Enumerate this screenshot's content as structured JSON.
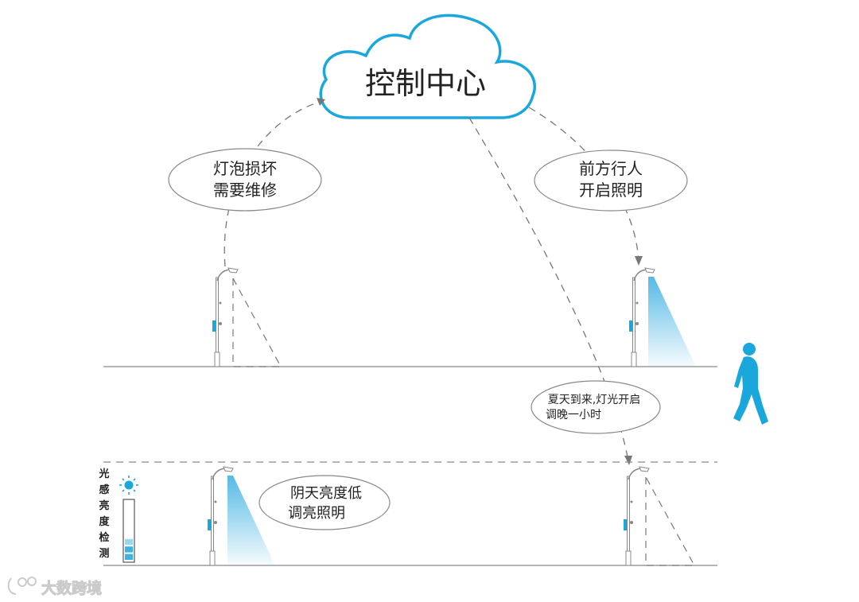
{
  "cloud": {
    "title": "控制中心"
  },
  "bubbles": {
    "bulb_broken": {
      "line1": "灯泡损坏",
      "line2": "需要维修"
    },
    "pedestrian": {
      "line1": "前方行人",
      "line2": "开启照明"
    },
    "summer": {
      "line1": "夏天到来,灯光开启",
      "line2": "调晚一小时"
    },
    "cloudy": {
      "line1": "阴天亮度低",
      "line2": "调亮照明"
    }
  },
  "sensor": {
    "chars": [
      "光",
      "感",
      "亮",
      "度",
      "检",
      "测"
    ],
    "level_fraction": 0.35,
    "icon": "sun-icon"
  },
  "watermark": {
    "text": "大数跨境",
    "icon": "brand-logo-icon"
  },
  "colors": {
    "accent": "#1aa7dc",
    "light_beam": "#57bce6",
    "line": "#888888",
    "dash": "#777777",
    "text": "#222222"
  }
}
